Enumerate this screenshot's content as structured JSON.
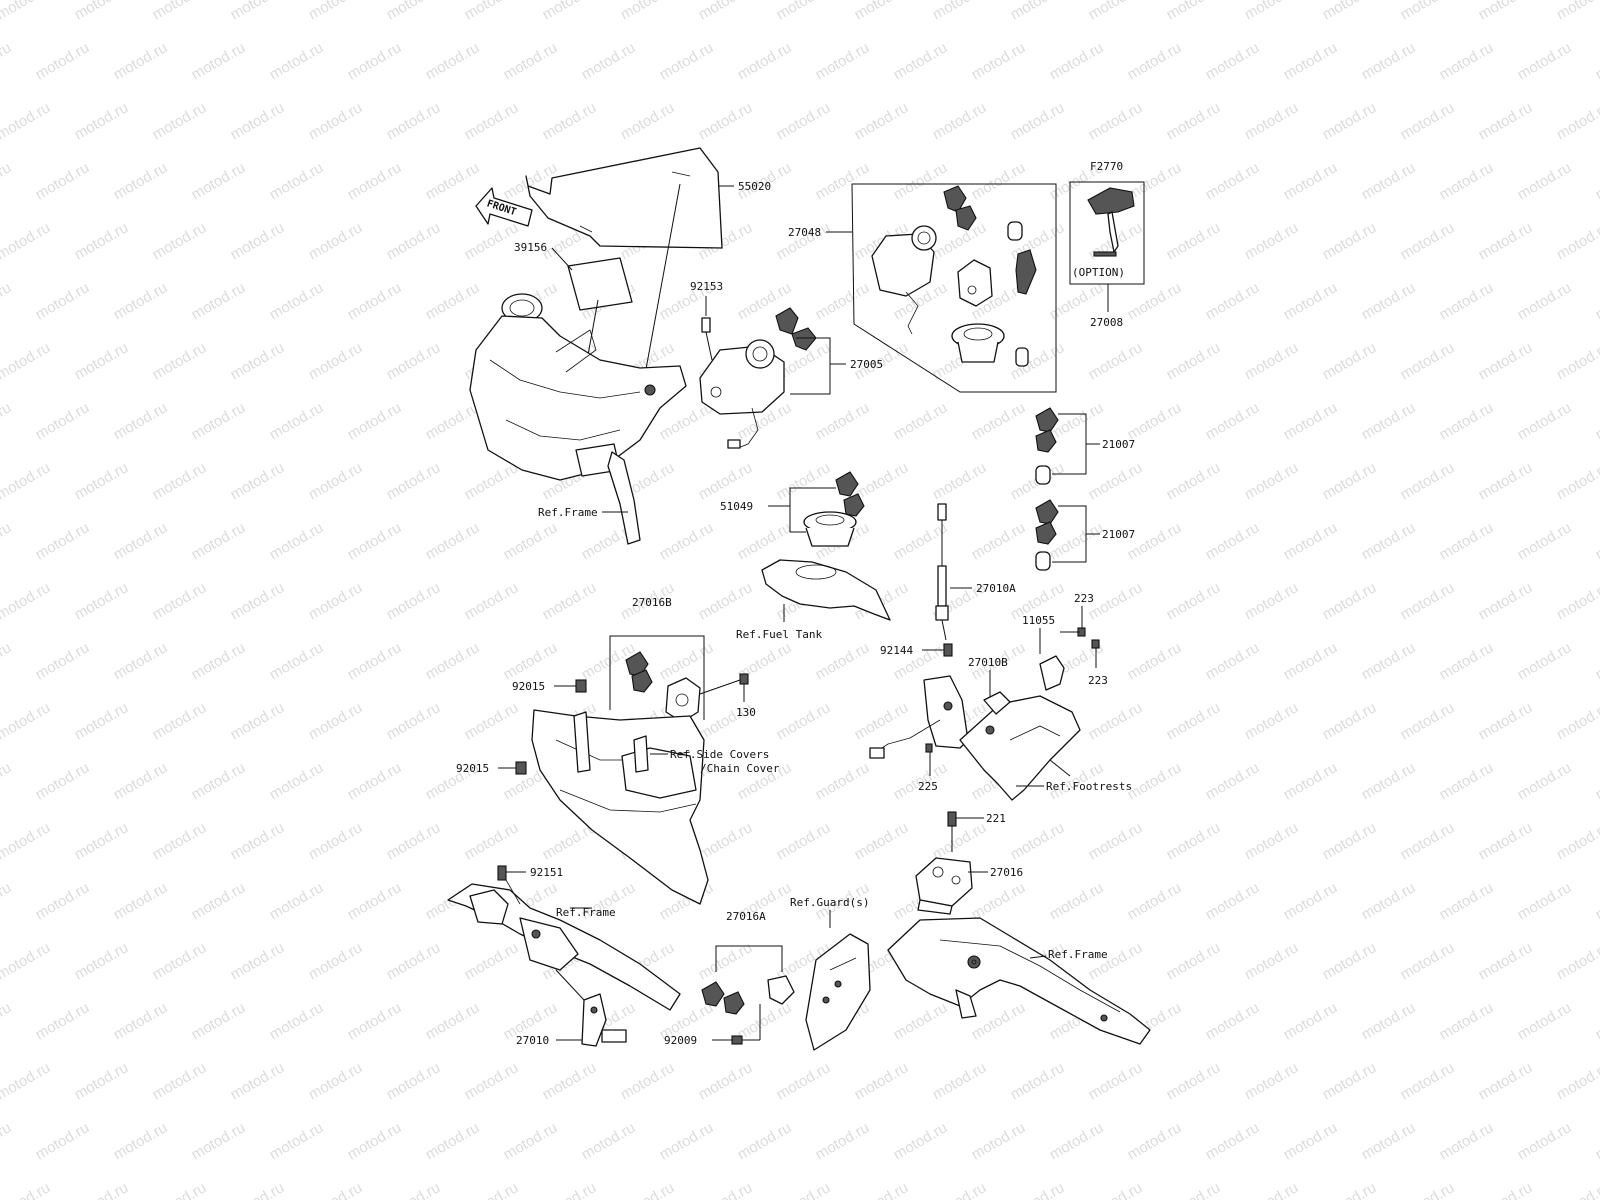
{
  "watermark": "motod.ru",
  "front_arrow_label": "FRONT",
  "parts": {
    "p55020": "55020",
    "p39156": "39156",
    "p92153": "92153",
    "p27048": "27048",
    "p27005": "27005",
    "pF2770": "F2770",
    "option_label": "(OPTION)",
    "p27008": "27008",
    "p21007_a": "21007",
    "p21007_b": "21007",
    "p51049": "51049",
    "p27010A": "27010A",
    "p27016B": "27016B",
    "p92015_a": "92015",
    "p92015_b": "92015",
    "p130": "130",
    "p223_a": "223",
    "p223_b": "223",
    "p11055": "11055",
    "p92144": "92144",
    "p27010B": "27010B",
    "p225": "225",
    "p221": "221",
    "p27016": "27016",
    "p92151": "92151",
    "p27016A": "27016A",
    "p92009": "92009",
    "p27010": "27010"
  },
  "refs": {
    "frame_top": "Ref.Frame",
    "fuel_tank": "Ref.Fuel Tank",
    "side_covers_1": "Ref.Side Covers",
    "side_covers_2": "/Chain Cover",
    "footrests": "Ref.Footrests",
    "frame_bottom_left": "Ref.Frame",
    "guards": "Ref.Guard(s)",
    "frame_bottom_right": "Ref.Frame"
  }
}
